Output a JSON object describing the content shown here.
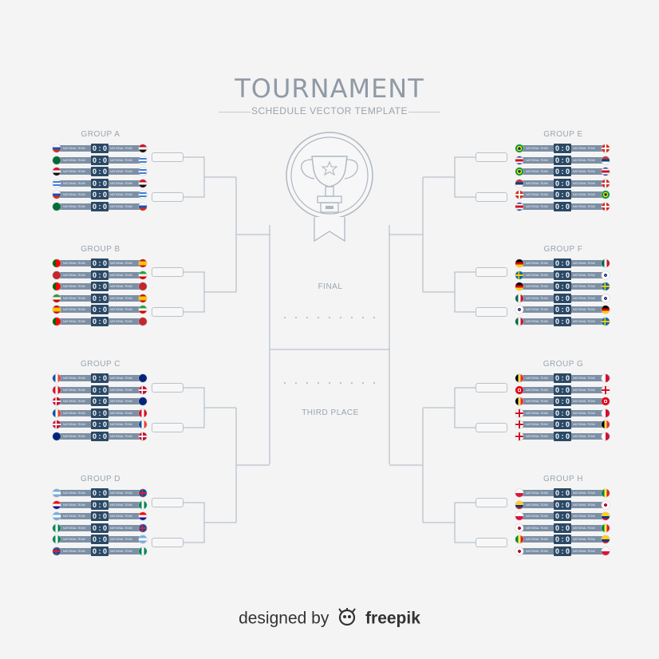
{
  "header": {
    "title": "TOURNAMENT",
    "subtitle": "SCHEDULE VECTOR TEMPLATE"
  },
  "colors": {
    "bar": "#7c8fa5",
    "score_box": "#2b4966",
    "line": "#b9c2cc",
    "text": "#9aa4ae"
  },
  "team_placeholder": "NATIONAL TEAM",
  "groups": [
    {
      "name": "GROUP A",
      "side": "left",
      "matches": [
        {
          "flag_left": "russia",
          "score": "0 : 0",
          "flag_right": "egypt"
        },
        {
          "flag_left": "saudi-arabia",
          "score": "0 : 0",
          "flag_right": "uruguay"
        },
        {
          "flag_left": "egypt",
          "score": "0 : 0",
          "flag_right": "uruguay"
        },
        {
          "flag_left": "uruguay",
          "score": "0 : 0",
          "flag_right": "egypt"
        },
        {
          "flag_left": "russia",
          "score": "0 : 0",
          "flag_right": "uruguay"
        },
        {
          "flag_left": "saudi-arabia",
          "score": "0 : 0",
          "flag_right": "russia"
        }
      ]
    },
    {
      "name": "GROUP B",
      "side": "left",
      "matches": [
        {
          "flag_left": "portugal",
          "score": "0 : 0",
          "flag_right": "spain"
        },
        {
          "flag_left": "morocco",
          "score": "0 : 0",
          "flag_right": "iran"
        },
        {
          "flag_left": "portugal",
          "score": "0 : 0",
          "flag_right": "morocco"
        },
        {
          "flag_left": "iran",
          "score": "0 : 0",
          "flag_right": "spain"
        },
        {
          "flag_left": "spain",
          "score": "0 : 0",
          "flag_right": "iran"
        },
        {
          "flag_left": "portugal",
          "score": "0 : 0",
          "flag_right": "morocco"
        }
      ]
    },
    {
      "name": "GROUP C",
      "side": "left",
      "matches": [
        {
          "flag_left": "france",
          "score": "0 : 0",
          "flag_right": "australia"
        },
        {
          "flag_left": "peru",
          "score": "0 : 0",
          "flag_right": "denmark"
        },
        {
          "flag_left": "denmark",
          "score": "0 : 0",
          "flag_right": "australia"
        },
        {
          "flag_left": "france",
          "score": "0 : 0",
          "flag_right": "peru"
        },
        {
          "flag_left": "denmark",
          "score": "0 : 0",
          "flag_right": "france"
        },
        {
          "flag_left": "australia",
          "score": "0 : 0",
          "flag_right": "denmark"
        }
      ]
    },
    {
      "name": "GROUP D",
      "side": "left",
      "matches": [
        {
          "flag_left": "argentina",
          "score": "0 : 0",
          "flag_right": "iceland"
        },
        {
          "flag_left": "croatia",
          "score": "0 : 0",
          "flag_right": "nigeria"
        },
        {
          "flag_left": "argentina",
          "score": "0 : 0",
          "flag_right": "croatia"
        },
        {
          "flag_left": "nigeria",
          "score": "0 : 0",
          "flag_right": "iceland"
        },
        {
          "flag_left": "nigeria",
          "score": "0 : 0",
          "flag_right": "argentina"
        },
        {
          "flag_left": "iceland",
          "score": "0 : 0",
          "flag_right": "nigeria"
        }
      ]
    },
    {
      "name": "GROUP E",
      "side": "right",
      "matches": [
        {
          "flag_left": "brazil",
          "score": "0 : 0",
          "flag_right": "switzerland"
        },
        {
          "flag_left": "costa-rica",
          "score": "0 : 0",
          "flag_right": "serbia"
        },
        {
          "flag_left": "brazil",
          "score": "0 : 0",
          "flag_right": "costa-rica"
        },
        {
          "flag_left": "serbia",
          "score": "0 : 0",
          "flag_right": "switzerland"
        },
        {
          "flag_left": "switzerland",
          "score": "0 : 0",
          "flag_right": "brazil"
        },
        {
          "flag_left": "costa-rica",
          "score": "0 : 0",
          "flag_right": "switzerland"
        }
      ]
    },
    {
      "name": "GROUP F",
      "side": "right",
      "matches": [
        {
          "flag_left": "germany",
          "score": "0 : 0",
          "flag_right": "mexico"
        },
        {
          "flag_left": "sweden",
          "score": "0 : 0",
          "flag_right": "south-korea"
        },
        {
          "flag_left": "germany",
          "score": "0 : 0",
          "flag_right": "sweden"
        },
        {
          "flag_left": "mexico",
          "score": "0 : 0",
          "flag_right": "south-korea"
        },
        {
          "flag_left": "south-korea",
          "score": "0 : 0",
          "flag_right": "germany"
        },
        {
          "flag_left": "mexico",
          "score": "0 : 0",
          "flag_right": "sweden"
        }
      ]
    },
    {
      "name": "GROUP G",
      "side": "right",
      "matches": [
        {
          "flag_left": "belgium",
          "score": "0 : 0",
          "flag_right": "panama"
        },
        {
          "flag_left": "tunisia",
          "score": "0 : 0",
          "flag_right": "england"
        },
        {
          "flag_left": "belgium",
          "score": "0 : 0",
          "flag_right": "tunisia"
        },
        {
          "flag_left": "england",
          "score": "0 : 0",
          "flag_right": "panama"
        },
        {
          "flag_left": "england",
          "score": "0 : 0",
          "flag_right": "belgium"
        },
        {
          "flag_left": "england",
          "score": "0 : 0",
          "flag_right": "panama"
        }
      ]
    },
    {
      "name": "GROUP H",
      "side": "right",
      "matches": [
        {
          "flag_left": "poland",
          "score": "0 : 0",
          "flag_right": "senegal"
        },
        {
          "flag_left": "colombia",
          "score": "0 : 0",
          "flag_right": "japan"
        },
        {
          "flag_left": "poland",
          "score": "0 : 0",
          "flag_right": "colombia"
        },
        {
          "flag_left": "japan",
          "score": "0 : 0",
          "flag_right": "senegal"
        },
        {
          "flag_left": "senegal",
          "score": "0 : 0",
          "flag_right": "colombia"
        },
        {
          "flag_left": "japan",
          "score": "0 : 0",
          "flag_right": "poland"
        }
      ]
    }
  ],
  "final": {
    "label": "FINAL"
  },
  "third_place": {
    "label": "THIRD PLACE"
  },
  "trophy_icon": "trophy-star-icon",
  "credit": {
    "prefix": "designed by",
    "brand": "freepik",
    "logo_icon": "freepik-logo-icon"
  }
}
